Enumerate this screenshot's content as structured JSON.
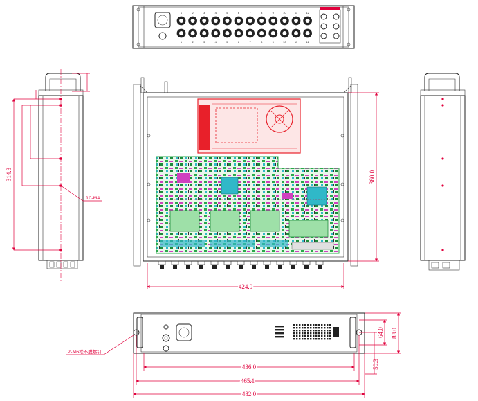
{
  "dimensions": {
    "width_424": "424.0",
    "depth_360": "360.0",
    "height_314": "314.3",
    "width_436": "436.0",
    "width_465": "465.1",
    "width_482": "482.0",
    "height_64": "64.0",
    "height_88": "88.0",
    "height_50": "50.3"
  },
  "notes": {
    "side_holes": "10-M4",
    "rack_screws": "2-M6松不脱螺钉"
  },
  "top_panel": {
    "port_labels_top": [
      "1",
      "2",
      "3",
      "4",
      "5",
      "6",
      "7",
      "8",
      "9",
      "10",
      "11",
      "12"
    ],
    "port_labels_bottom": [
      "1",
      "2",
      "3",
      "4",
      "5",
      "6",
      "7",
      "8",
      "9",
      "10",
      "11",
      "12"
    ]
  },
  "colors": {
    "dimension": "#e0003c",
    "outline": "#222222",
    "pcb_green": "#2aa84a",
    "pcb_magenta": "#d040c0",
    "pcb_cyan": "#30b8c8",
    "psu_red": "#e8202a"
  }
}
